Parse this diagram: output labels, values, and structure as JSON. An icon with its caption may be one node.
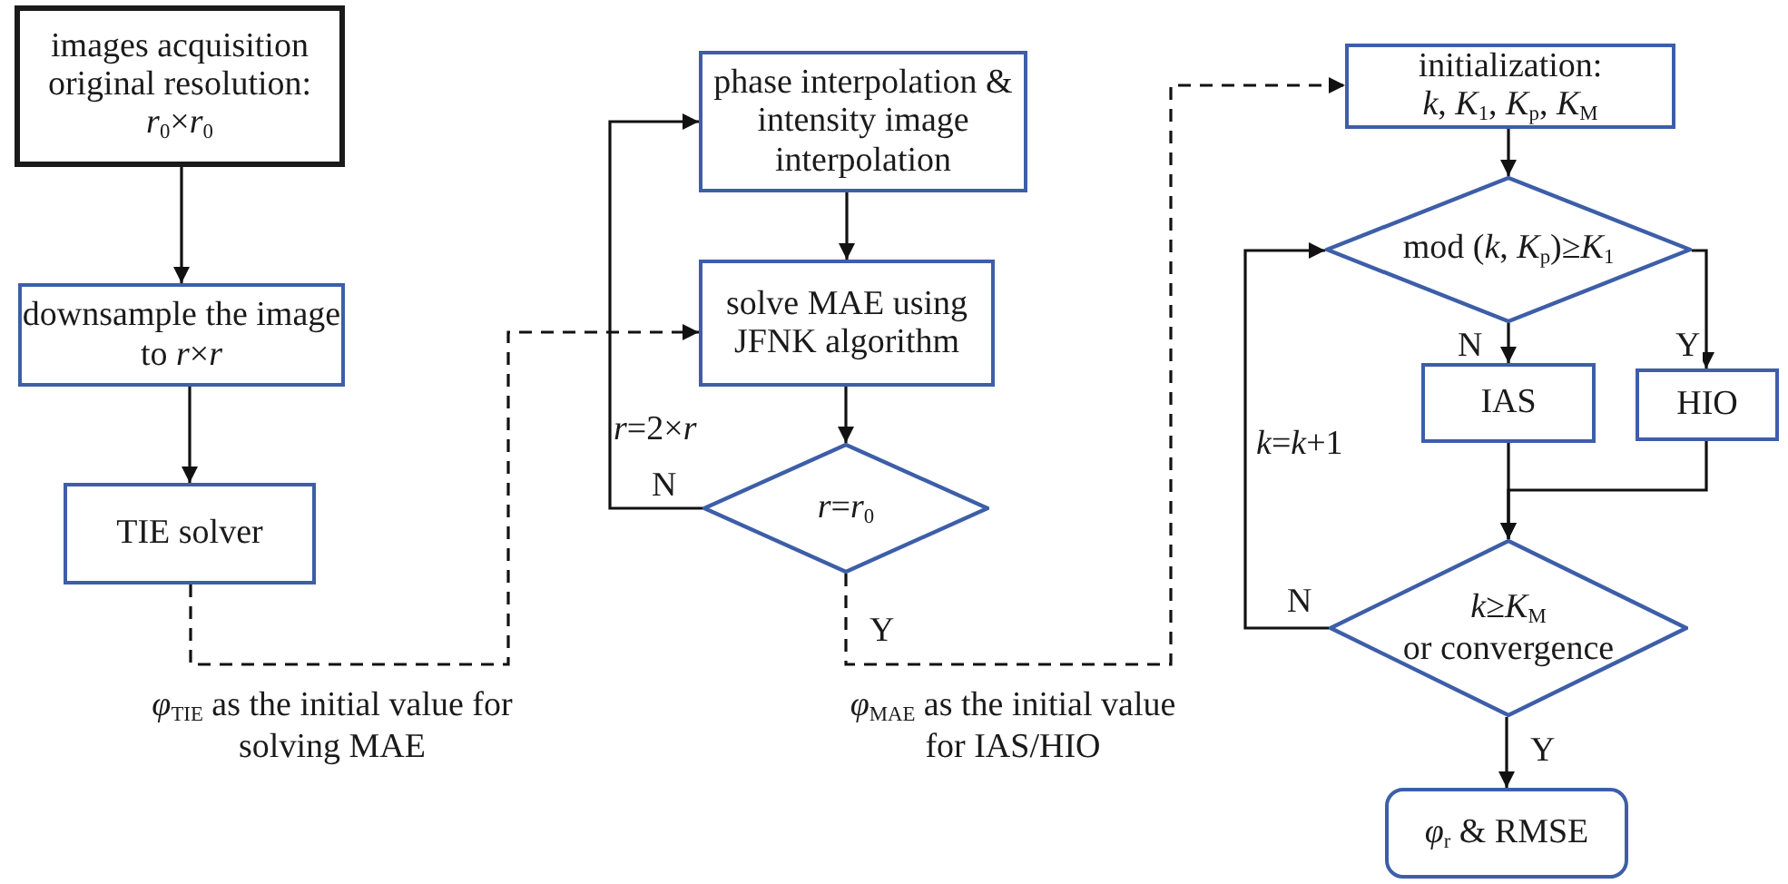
{
  "diagram": {
    "nodes": [
      {
        "text": [
          "images acquisition original resolution:",
          "*r*$_{0}$×*r*$_{0}$"
        ]
      },
      {
        "text": [
          "downsample the image to *r*×*r*"
        ]
      },
      {
        "text": [
          "TIE solver"
        ]
      },
      {
        "text": [
          "phase interpolation & intensity image interpolation"
        ]
      },
      {
        "text": [
          "solve MAE using JFNK algorithm"
        ]
      },
      {
        "text": [
          "*r*=*r*$_{0}$"
        ]
      },
      {
        "text": [
          "initialization:",
          "*k*, *K*$_{1}$, *K*$_{p}$, *K*$_{M}$"
        ]
      },
      {
        "text": [
          "mod (*k*, *K*$_{p}$)≥*K*$_{1}$"
        ]
      },
      {
        "text": [
          "IAS"
        ]
      },
      {
        "text": [
          "HIO"
        ]
      },
      {
        "text": [
          "*k*≥*K*$_{M}$",
          "or convergence"
        ]
      },
      {
        "text": [
          "*φ*$_{r}$ & RMSE"
        ]
      }
    ],
    "edges": [
      {
        "from": 0,
        "to": 1,
        "arrow": "to"
      },
      {
        "from": 1,
        "to": 2,
        "arrow": "to"
      },
      {
        "from": 2,
        "to": 4,
        "arrow": "to",
        "style": "dashed"
      },
      {
        "from": 3,
        "to": 4,
        "arrow": "to"
      },
      {
        "from": 4,
        "to": 5,
        "arrow": "to"
      },
      {
        "from": 5,
        "to": 3,
        "arrow": "to",
        "label": "N"
      },
      {
        "from": 5,
        "to": 6,
        "arrow": "to",
        "style": "dashed",
        "label": "Y"
      },
      {
        "from": 6,
        "to": 7,
        "arrow": "to"
      },
      {
        "from": 7,
        "to": 8,
        "arrow": "to",
        "label": "N"
      },
      {
        "from": 7,
        "to": 9,
        "arrow": "to",
        "label": "Y"
      },
      {
        "from": 8,
        "to": 10,
        "arrow": "to"
      },
      {
        "from": 9,
        "to": 10,
        "arrow": "to"
      },
      {
        "from": 10,
        "to": 7,
        "arrow": "to",
        "label": "N"
      },
      {
        "from": 10,
        "to": 11,
        "arrow": "to",
        "label": "Y"
      }
    ],
    "labels": [
      "*φ*$_{TIE}$ as the initial value for solving MAE",
      "*r*=2×*r*",
      "*φ*$_{MAE}$ as the initial value for IAS/HIO",
      "*k*=*k*+1"
    ]
  }
}
